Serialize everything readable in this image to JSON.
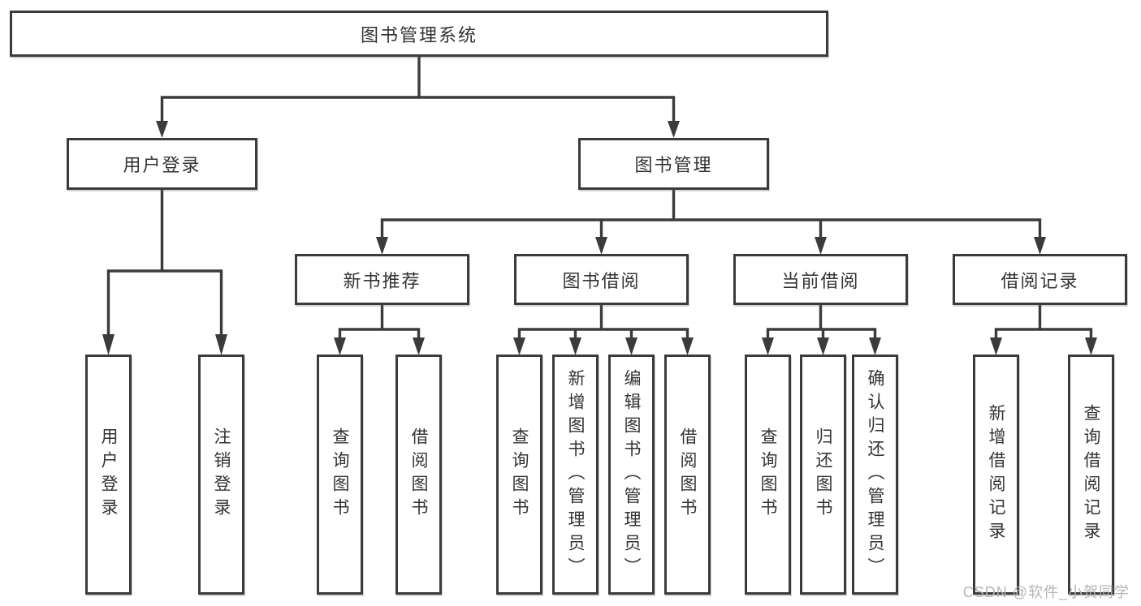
{
  "tree": {
    "root": {
      "label": "图书管理系统",
      "children": [
        {
          "label": "用户登录",
          "children": [
            {
              "label": "用户登录"
            },
            {
              "label": "注销登录"
            }
          ]
        },
        {
          "label": "图书管理",
          "children": [
            {
              "label": "新书推荐",
              "children": [
                {
                  "label": "查询图书"
                },
                {
                  "label": "借阅图书"
                }
              ]
            },
            {
              "label": "图书借阅",
              "children": [
                {
                  "label": "查询图书"
                },
                {
                  "label": "新增图书（管理员）"
                },
                {
                  "label": "编辑图书（管理员）"
                },
                {
                  "label": "借阅图书"
                }
              ]
            },
            {
              "label": "当前借阅",
              "children": [
                {
                  "label": "查询图书"
                },
                {
                  "label": "归还图书"
                },
                {
                  "label": "确认归还（管理员）"
                }
              ]
            },
            {
              "label": "借阅记录",
              "children": [
                {
                  "label": "新增借阅记录"
                },
                {
                  "label": "查询借阅记录"
                }
              ]
            }
          ]
        }
      ]
    }
  },
  "watermark": {
    "text": "CSDN @软件_小贺同学"
  },
  "colors": {
    "line": "#3b3b3b",
    "text": "#333333",
    "background": "#ffffff",
    "watermark": "#b5b5b5"
  }
}
